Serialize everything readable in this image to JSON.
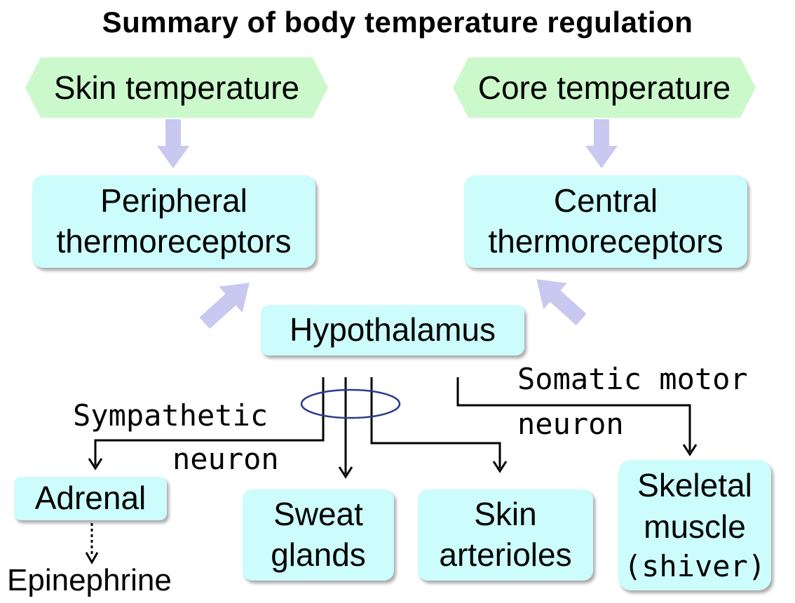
{
  "title": "Summary of body temperature regulation",
  "inputs": {
    "skin": "Skin temperature",
    "core": "Core temperature"
  },
  "receptors": {
    "peripheral": {
      "line1": "Peripheral",
      "line2": "thermoreceptors"
    },
    "central": {
      "line1": "Central",
      "line2": "thermoreceptors"
    }
  },
  "center": "Hypothalamus",
  "pathways": {
    "sympathetic": {
      "line1": "Sympathetic",
      "line2": "neuron"
    },
    "somatic": {
      "line1": "Somatic motor",
      "line2": "neuron"
    }
  },
  "effectors": {
    "adrenal": "Adrenal",
    "sweat": {
      "line1": "Sweat",
      "line2": "glands"
    },
    "skin_arterioles": {
      "line1": "Skin",
      "line2": "arterioles"
    },
    "skeletal": {
      "line1": "Skeletal",
      "line2": "muscle",
      "line3": "(shiver)"
    }
  },
  "output": "Epinephrine",
  "colors": {
    "input_fill": "#ccf9cc",
    "box_fill": "#ccfcfc",
    "flow_arrow": "#c8c8f0",
    "ellipse": "#2e3a8c",
    "line": "#000000"
  }
}
